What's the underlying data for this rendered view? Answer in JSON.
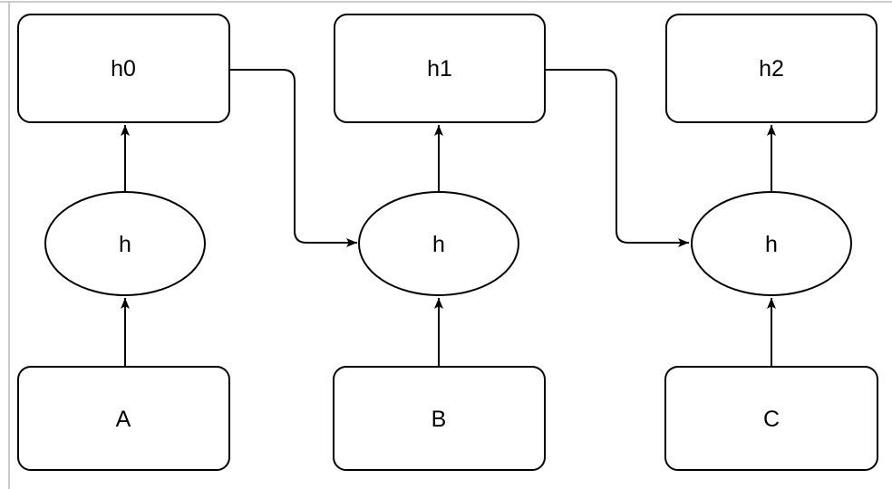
{
  "diagram": {
    "kind": "node-link-flow-diagram",
    "colors": {
      "node_fill": "#ffffff",
      "node_stroke": "#000000",
      "edge_stroke": "#000000",
      "background": "#ffffff",
      "frame_border": "#cccccc"
    },
    "nodes": [
      {
        "id": "h0",
        "label": "h0",
        "shape": "rounded-rectangle",
        "column": 1,
        "row": "top"
      },
      {
        "id": "h1",
        "label": "h1",
        "shape": "rounded-rectangle",
        "column": 2,
        "row": "top"
      },
      {
        "id": "h2",
        "label": "h2",
        "shape": "rounded-rectangle",
        "column": 3,
        "row": "top"
      },
      {
        "id": "hidden-1",
        "label": "h",
        "shape": "ellipse",
        "column": 1,
        "row": "middle"
      },
      {
        "id": "hidden-2",
        "label": "h",
        "shape": "ellipse",
        "column": 2,
        "row": "middle"
      },
      {
        "id": "hidden-3",
        "label": "h",
        "shape": "ellipse",
        "column": 3,
        "row": "middle"
      },
      {
        "id": "A",
        "label": "A",
        "shape": "rounded-rectangle",
        "column": 1,
        "row": "bottom"
      },
      {
        "id": "B",
        "label": "B",
        "shape": "rounded-rectangle",
        "column": 2,
        "row": "bottom"
      },
      {
        "id": "C",
        "label": "C",
        "shape": "rounded-rectangle",
        "column": 3,
        "row": "bottom"
      }
    ],
    "edges": [
      {
        "from": "A",
        "to": "hidden-1",
        "style": "straight-arrow-up"
      },
      {
        "from": "hidden-1",
        "to": "h0",
        "style": "straight-arrow-up"
      },
      {
        "from": "h0",
        "to": "hidden-2",
        "style": "elbow-arrow-right-down-right"
      },
      {
        "from": "B",
        "to": "hidden-2",
        "style": "straight-arrow-up"
      },
      {
        "from": "hidden-2",
        "to": "h1",
        "style": "straight-arrow-up"
      },
      {
        "from": "h1",
        "to": "hidden-3",
        "style": "elbow-arrow-right-down-right"
      },
      {
        "from": "C",
        "to": "hidden-3",
        "style": "straight-arrow-up"
      },
      {
        "from": "hidden-3",
        "to": "h2",
        "style": "straight-arrow-up"
      }
    ]
  }
}
